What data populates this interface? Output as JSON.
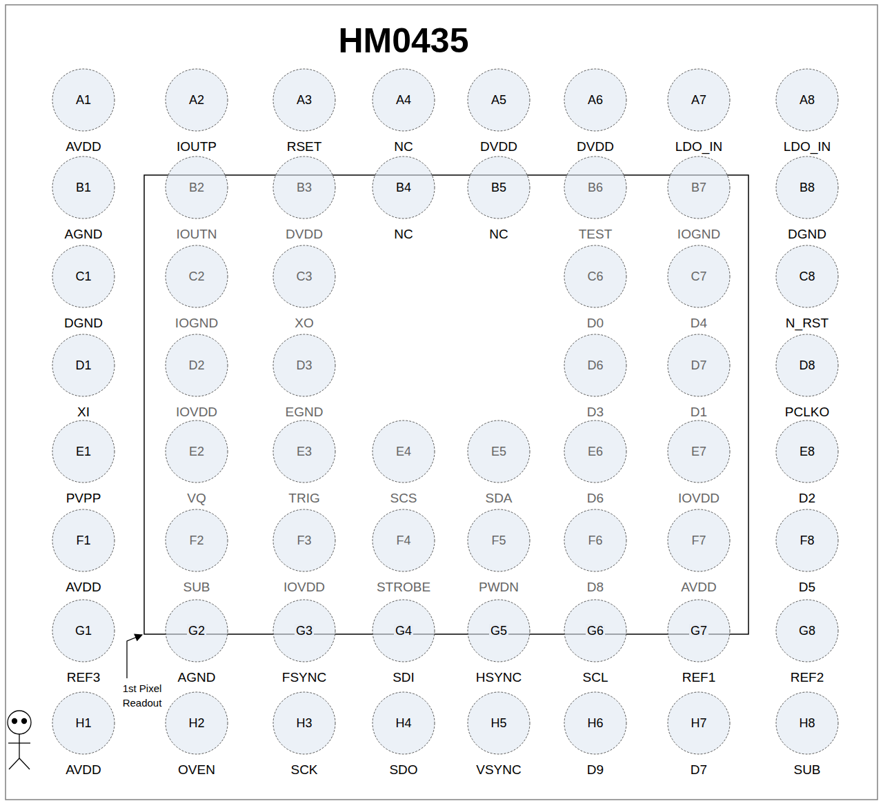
{
  "diagram": {
    "title": "HM0435",
    "nodes": [
      {
        "text": [
          "A1",
          "AVDD"
        ]
      },
      {
        "text": [
          "A2",
          "IOUTP"
        ]
      },
      {
        "text": [
          "A3",
          "RSET"
        ]
      },
      {
        "text": [
          "A4",
          "NC"
        ]
      },
      {
        "text": [
          "A5",
          "DVDD"
        ]
      },
      {
        "text": [
          "A6",
          "DVDD"
        ]
      },
      {
        "text": [
          "A7",
          "LDO_IN"
        ]
      },
      {
        "text": [
          "A8",
          "LDO_IN"
        ]
      },
      {
        "text": [
          "B1",
          "AGND"
        ]
      },
      {
        "text": [
          "B2",
          "IOUTN"
        ]
      },
      {
        "text": [
          "B3",
          "DVDD"
        ]
      },
      {
        "text": [
          "B4",
          "NC"
        ]
      },
      {
        "text": [
          "B5",
          "NC"
        ]
      },
      {
        "text": [
          "B6",
          "TEST"
        ]
      },
      {
        "text": [
          "B7",
          "IOGND"
        ]
      },
      {
        "text": [
          "B8",
          "DGND"
        ]
      },
      {
        "text": [
          "C1",
          "DGND"
        ]
      },
      {
        "text": [
          "C2",
          "IOGND"
        ]
      },
      {
        "text": [
          "C3",
          "XO"
        ]
      },
      {
        "text": [
          "C6",
          "D0"
        ]
      },
      {
        "text": [
          "C7",
          "D4"
        ]
      },
      {
        "text": [
          "C8",
          "N_RST"
        ]
      },
      {
        "text": [
          "D1",
          "XI"
        ]
      },
      {
        "text": [
          "D2",
          "IOVDD"
        ]
      },
      {
        "text": [
          "D3",
          "EGND"
        ]
      },
      {
        "text": [
          "D6",
          "D3"
        ]
      },
      {
        "text": [
          "D7",
          "D1"
        ]
      },
      {
        "text": [
          "D8",
          "PCLKO"
        ]
      },
      {
        "text": [
          "E1",
          "PVPP"
        ]
      },
      {
        "text": [
          "E2",
          "VQ"
        ]
      },
      {
        "text": [
          "E3",
          "TRIG"
        ]
      },
      {
        "text": [
          "E4",
          "SCS"
        ]
      },
      {
        "text": [
          "E5",
          "SDA"
        ]
      },
      {
        "text": [
          "E6",
          "D6"
        ]
      },
      {
        "text": [
          "E7",
          "IOVDD"
        ]
      },
      {
        "text": [
          "E8",
          "D2"
        ]
      },
      {
        "text": [
          "F1",
          "AVDD"
        ]
      },
      {
        "text": [
          "F2",
          "SUB"
        ]
      },
      {
        "text": [
          "F3",
          "IOVDD"
        ]
      },
      {
        "text": [
          "F4",
          "STROBE"
        ]
      },
      {
        "text": [
          "F5",
          "PWDN"
        ]
      },
      {
        "text": [
          "F6",
          "D8"
        ]
      },
      {
        "text": [
          "F7",
          "AVDD"
        ]
      },
      {
        "text": [
          "F8",
          "D5"
        ]
      },
      {
        "text": [
          "G1",
          "REF3"
        ]
      },
      {
        "text": [
          "G2",
          "AGND"
        ]
      },
      {
        "text": [
          "G3",
          "FSYNC"
        ]
      },
      {
        "text": [
          "G4",
          "SDI"
        ]
      },
      {
        "text": [
          "G5",
          "HSYNC"
        ]
      },
      {
        "text": [
          "G6",
          "SCL"
        ]
      },
      {
        "text": [
          "G7",
          "REF1"
        ]
      },
      {
        "text": [
          "G8",
          "REF2"
        ]
      },
      {
        "text": [
          "H1",
          "AVDD"
        ]
      },
      {
        "text": [
          "H2",
          "OVEN"
        ]
      },
      {
        "text": [
          "H3",
          "SCK"
        ]
      },
      {
        "text": [
          "H4",
          "SDO"
        ]
      },
      {
        "text": [
          "H5",
          "VSYNC"
        ]
      },
      {
        "text": [
          "H6",
          "D9"
        ]
      },
      {
        "text": [
          "H7",
          "D7"
        ]
      },
      {
        "text": [
          "H8",
          "SUB"
        ]
      }
    ],
    "labels": [
      "1st Pixel Readout"
    ]
  }
}
